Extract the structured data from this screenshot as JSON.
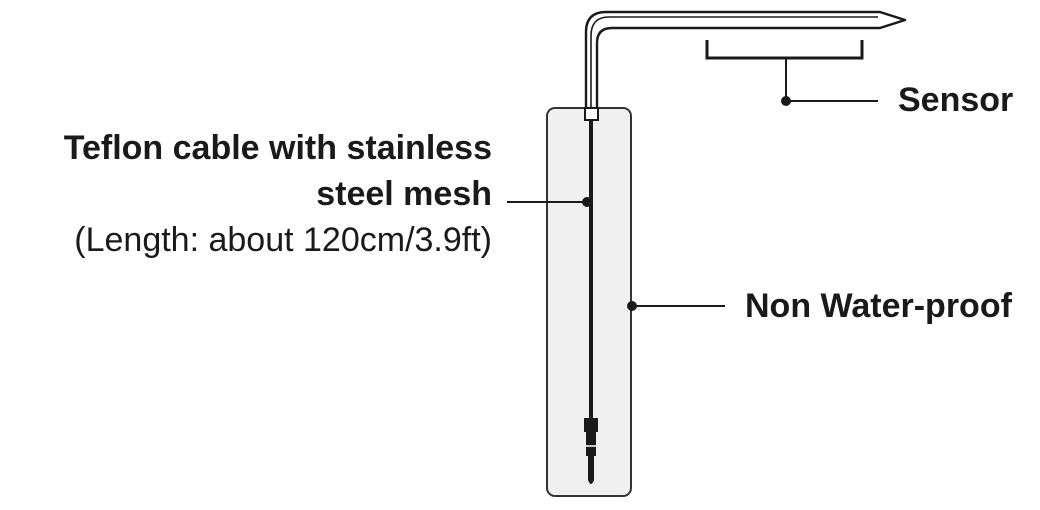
{
  "labels": {
    "sensor": "Sensor",
    "cable_line1": "Teflon cable with stainless",
    "cable_line2": "steel mesh",
    "cable_length": "(Length: about 120cm/3.9ft)",
    "housing": "Non Water-proof"
  },
  "colors": {
    "ink": "#1a1a1a",
    "housing_fill": "#f0f0f0",
    "housing_stroke": "#333333"
  }
}
